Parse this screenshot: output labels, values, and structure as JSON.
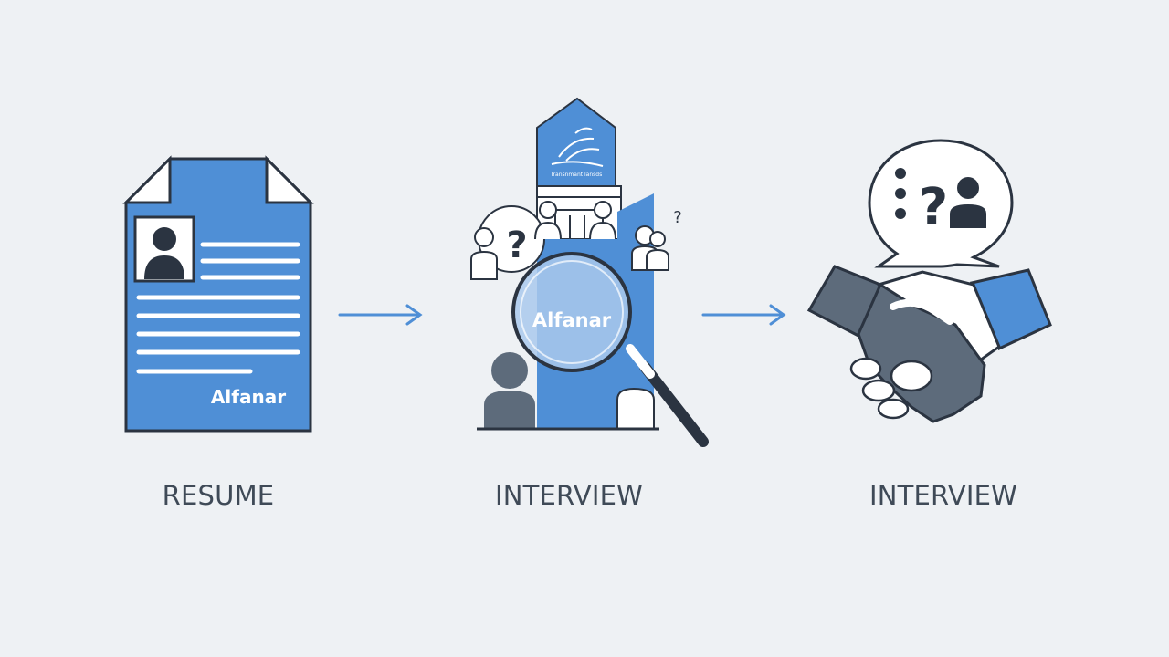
{
  "steps": [
    {
      "label": "RESUME",
      "document_brand": "Alfanar",
      "icon": "resume-document-icon"
    },
    {
      "label": "INTERVIEW",
      "magnifier_brand": "Alfanar",
      "building_caption": "Transnmant lansds",
      "icon": "search-building-icon"
    },
    {
      "label": "INTERVIEW",
      "icon": "handshake-icon"
    }
  ],
  "colors": {
    "background": "#eef1f4",
    "accent_blue": "#4f8fd6",
    "outline_dark": "#2b3441",
    "slate": "#5d6b7b",
    "label_text": "#3f4a57"
  }
}
